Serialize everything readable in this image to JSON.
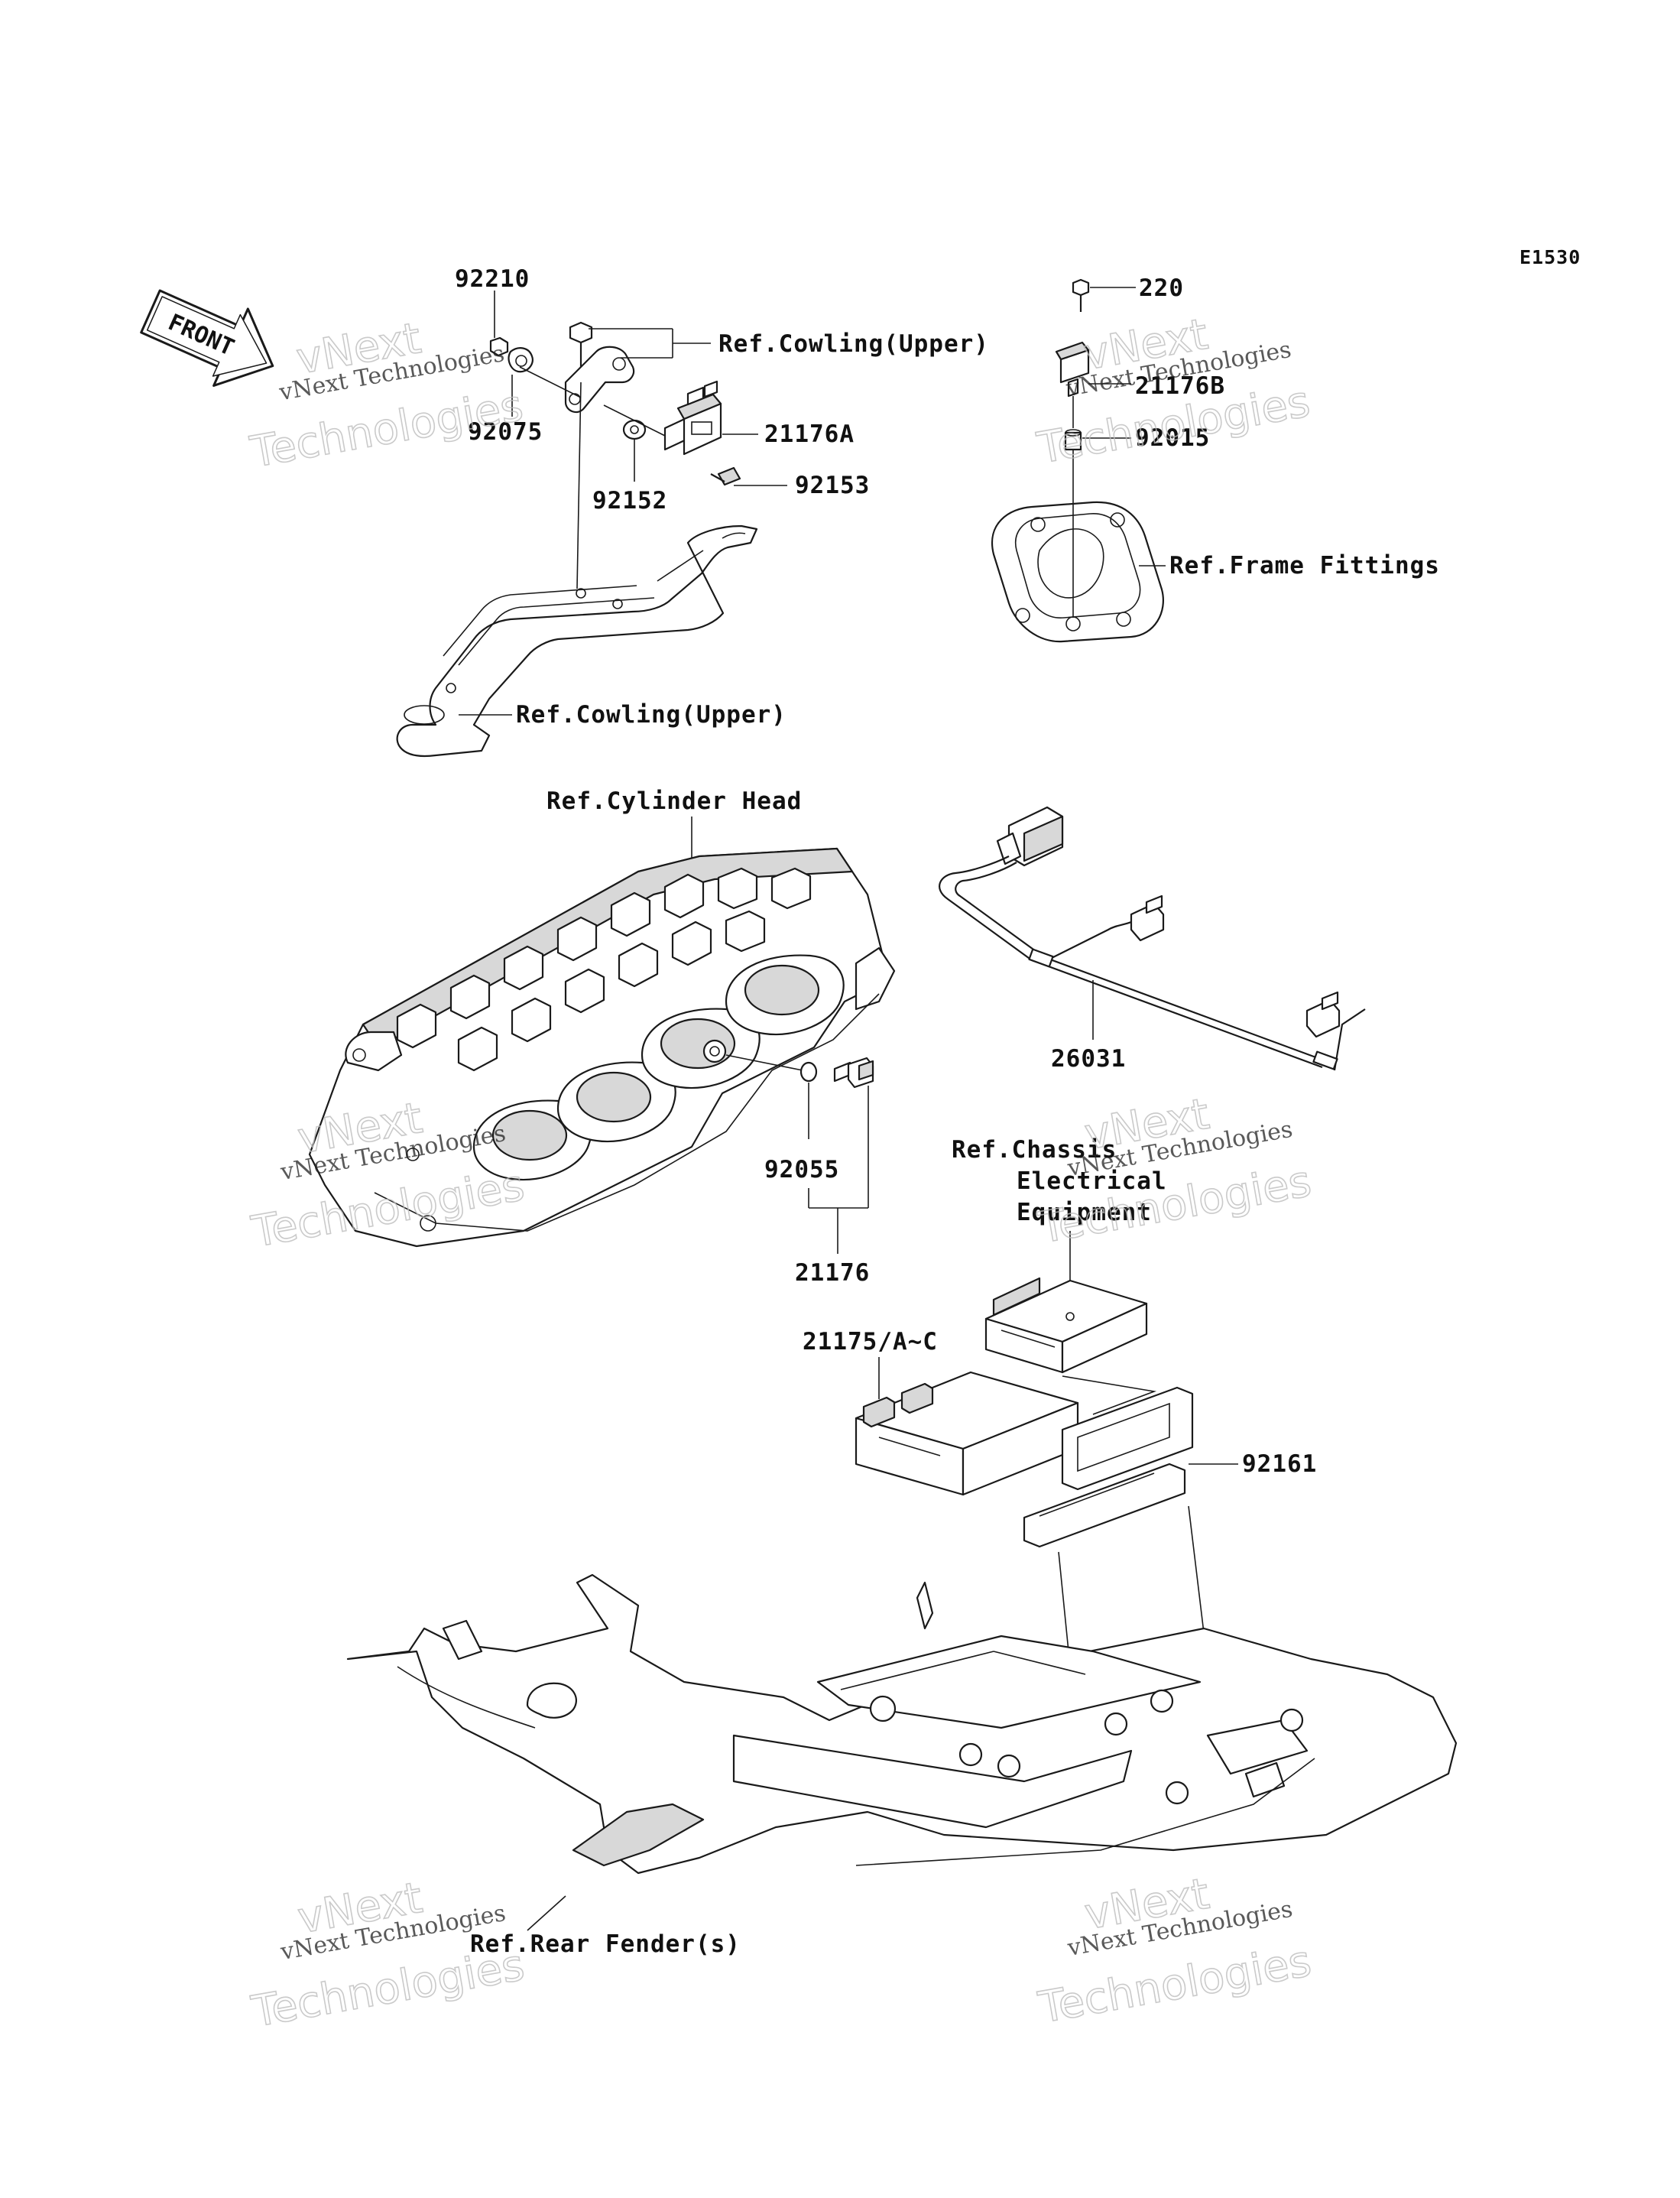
{
  "diagram_code": "E1530",
  "front_arrow_label": "FRONT",
  "parts": {
    "p92210": "92210",
    "p92075": "92075",
    "p92152": "92152",
    "p92153": "92153",
    "p21176A": "21176A",
    "p220": "220",
    "p21176B": "21176B",
    "p92015": "92015",
    "p26031": "26031",
    "p92055": "92055",
    "p21176": "21176",
    "p21175": "21175/A~C",
    "p92161": "92161"
  },
  "refs": {
    "cowling_upper_top": "Ref.Cowling(Upper)",
    "cowling_upper_bottom": "Ref.Cowling(Upper)",
    "frame_fittings": "Ref.Frame Fittings",
    "cylinder_head": "Ref.Cylinder Head",
    "chassis_line1": "Ref.Chassis",
    "chassis_line2": "Electrical",
    "chassis_line3": "Equipment",
    "rear_fender": "Ref.Rear Fender(s)"
  },
  "watermark": {
    "line1": "vNext Technologies",
    "line2": "vNext",
    "line3": "Technologies"
  }
}
